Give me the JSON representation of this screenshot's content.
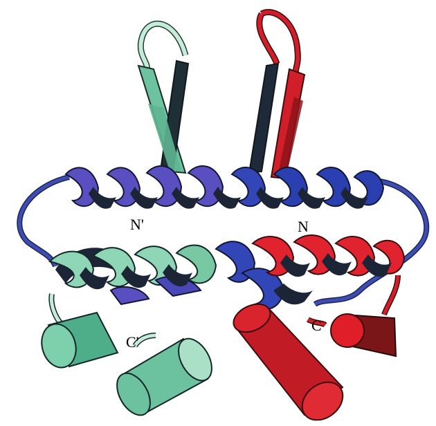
{
  "figure": {
    "labels": {
      "n_prime": "N'",
      "n": "N",
      "c_prime": "C'",
      "c": "C"
    },
    "colors": {
      "light_green": "#7ccaa8",
      "pale_green": "#b9e6d0",
      "dark_green": "#2f8f72",
      "red": "#d21f2a",
      "dark_red": "#7a1518",
      "blue": "#2a3f9a",
      "violet": "#5a4fb8",
      "shadow": "#1a2430"
    }
  }
}
